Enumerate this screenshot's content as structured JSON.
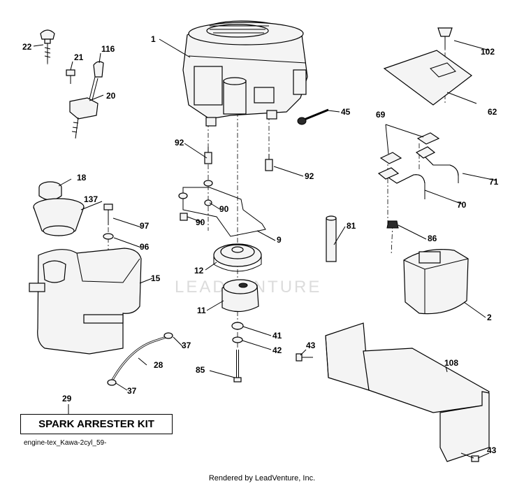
{
  "diagram": {
    "watermark": "LEADVENTURE",
    "kit_label": "SPARK ARRESTER KIT",
    "reference_code": "engine-tex_Kawa-2cyl_59-",
    "footer": "Rendered by LeadVenture, Inc.",
    "callouts": {
      "c1": "1",
      "c2": "2",
      "c9": "9",
      "c11": "11",
      "c12": "12",
      "c15": "15",
      "c18": "18",
      "c20": "20",
      "c21": "21",
      "c22": "22",
      "c28": "28",
      "c29": "29",
      "c37a": "37",
      "c37b": "37",
      "c41": "41",
      "c42": "42",
      "c43a": "43",
      "c43b": "43",
      "c45": "45",
      "c62": "62",
      "c69": "69",
      "c70": "70",
      "c71": "71",
      "c81": "81",
      "c85": "85",
      "c86": "86",
      "c90a": "90",
      "c90b": "90",
      "c92a": "92",
      "c92b": "92",
      "c96": "96",
      "c97": "97",
      "c102": "102",
      "c108": "108",
      "c116": "116",
      "c137": "137"
    }
  }
}
